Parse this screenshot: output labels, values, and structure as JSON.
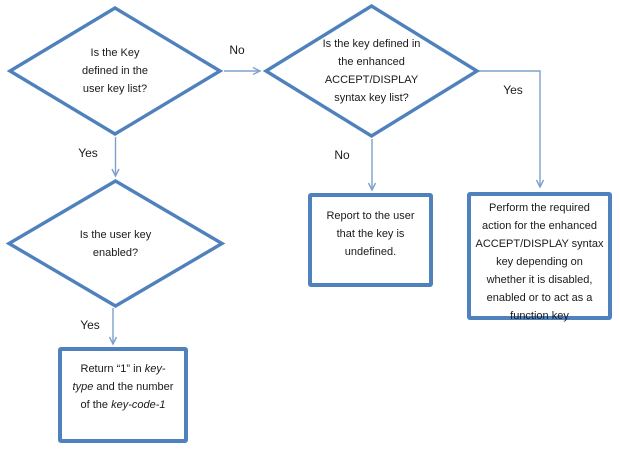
{
  "colors": {
    "shape_border": "#4f81bd",
    "connector": "#7da0cc",
    "text": "#1a1a1a",
    "background": "#ffffff"
  },
  "nodes": {
    "decision_user_key_list": {
      "text": "Is the Key\ndefined in the\nuser key list?"
    },
    "decision_enhanced_list": {
      "text": "Is the key defined in\nthe enhanced\nACCEPT/DISPLAY\nsyntax key list?"
    },
    "decision_user_key_enabled": {
      "text": "Is the user key\nenabled?"
    },
    "process_report_undefined": {
      "text": "Report to the user\nthat the key is\nundefined."
    },
    "process_perform_action": {
      "text": "Perform the required\naction for the enhanced\nACCEPT/DISPLAY syntax\nkey depending on\nwhether it is disabled,\nenabled or to act as a\nfunction key"
    },
    "process_return_key_type": {
      "segments": [
        {
          "t": "Return “1” in "
        },
        {
          "t": "key-\ntype",
          "i": true
        },
        {
          "t": " and the number\nof the "
        },
        {
          "t": "key-code-1",
          "i": true
        }
      ]
    }
  },
  "edge_labels": {
    "no_to_enhanced_list": "No",
    "yes_to_user_key_enabled": "Yes",
    "no_to_report": "No",
    "yes_to_perform": "Yes",
    "yes_to_return": "Yes"
  }
}
